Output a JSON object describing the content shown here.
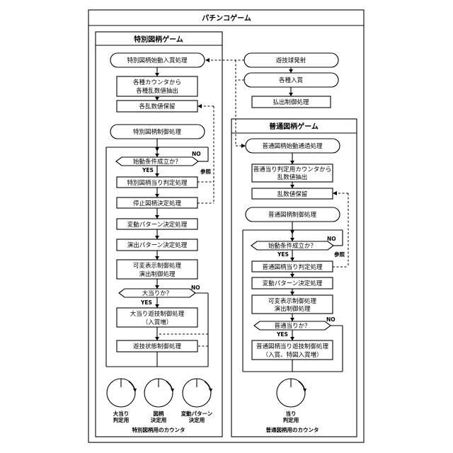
{
  "outer_title": "パチンコゲーム",
  "special": {
    "title": "特別図柄ゲーム",
    "start_process": "特別図柄始動入賞処理",
    "extract_line1": "各種カウンタから",
    "extract_line2": "各種乱数値抽出",
    "hold": "各乱数値保留",
    "control": "特別図柄制御処理",
    "start_condition": "始動条件成立か？",
    "hit_judge": "特別図柄当り判定処理",
    "stop_decide": "停止図柄決定処理",
    "variation_decide": "変動パターン決定処理",
    "effect_decide": "演出パターン決定処理",
    "display_line1": "可変表示制御処理",
    "display_line2": "演出制御処理",
    "big_hit_question": "大当りか？",
    "big_hit_control_line1": "大当り遊技制御処理",
    "big_hit_control_line2": "（入賞増）",
    "game_state": "遊技状態制御処理",
    "counters": [
      {
        "line1": "大当り",
        "line2": "判定用"
      },
      {
        "line1": "図柄",
        "line2": "決定用"
      },
      {
        "line1": "変動パターン",
        "line2": "決定用"
      }
    ],
    "counter_caption": "特別図柄用のカウンタ"
  },
  "right": {
    "ball_fire": "遊技球発射",
    "various_prize": "各種入賞",
    "payout": "払出制御処理"
  },
  "normal": {
    "title": "普通図柄ゲーム",
    "start_pass": "普通図柄始動通過処理",
    "extract_line1": "普通当り判定用カウンタから",
    "extract_line2": "乱数値抽出",
    "hold": "乱数値保留",
    "control": "普通図柄制御処理",
    "start_condition": "始動条件成立か？",
    "hit_judge": "普通図柄当り判定処理",
    "variation_decide": "変動パターン決定処理",
    "display_line1": "可変表示制御処理",
    "display_line2": "演出制御処理",
    "hit_question": "普通当りか？",
    "hit_control_line1": "普通図柄当り遊技制御処理",
    "hit_control_line2": "（入賞、特図入賞増）",
    "counter": {
      "line1": "当り",
      "line2": "判定用"
    },
    "counter_caption": "普通図柄用のカウンタ"
  },
  "labels": {
    "yes": "YES",
    "no": "NO",
    "reference": "参照"
  }
}
